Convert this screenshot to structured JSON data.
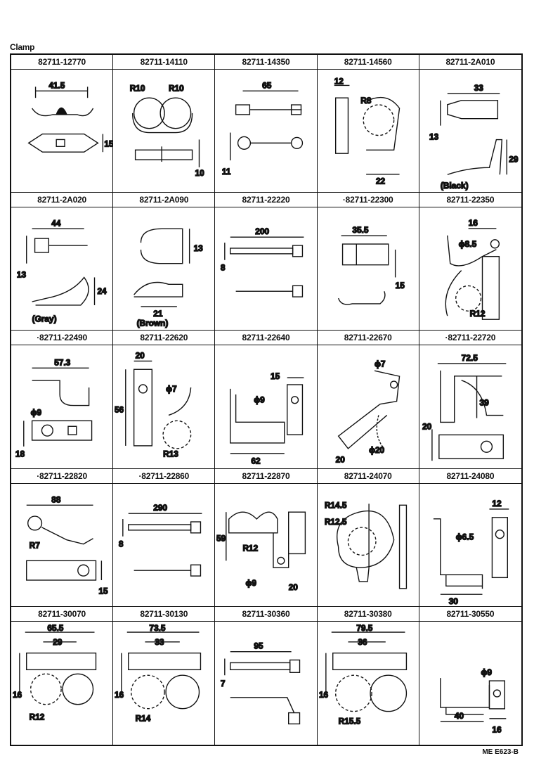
{
  "header": {
    "title": "Clamp"
  },
  "footer": {
    "code": "ME E623-B"
  },
  "parts": [
    {
      "part_no": "82711-12770",
      "dims": [
        "41.5",
        "15"
      ],
      "note": ""
    },
    {
      "part_no": "82711-14110",
      "dims": [
        "R10",
        "R10",
        "10"
      ],
      "note": ""
    },
    {
      "part_no": "82711-14350",
      "dims": [
        "65",
        "11"
      ],
      "note": ""
    },
    {
      "part_no": "82711-14560",
      "dims": [
        "12",
        "R8",
        "22"
      ],
      "note": ""
    },
    {
      "part_no": "82711-2A010",
      "dims": [
        "33",
        "13",
        "29"
      ],
      "note": "(Black)"
    },
    {
      "part_no": "82711-2A020",
      "dims": [
        "44",
        "13",
        "24"
      ],
      "note": "(Gray)"
    },
    {
      "part_no": "82711-2A090",
      "dims": [
        "13",
        "21"
      ],
      "note": "(Brown)"
    },
    {
      "part_no": "82711-22220",
      "dims": [
        "200",
        "8"
      ],
      "note": ""
    },
    {
      "part_no": "·82711-22300",
      "dims": [
        "35.5",
        "15"
      ],
      "note": ""
    },
    {
      "part_no": "82711-22350",
      "dims": [
        "16",
        "ϕ8.5",
        "R12"
      ],
      "note": ""
    },
    {
      "part_no": "·82711-22490",
      "dims": [
        "57.3",
        "ϕ9",
        "18"
      ],
      "note": ""
    },
    {
      "part_no": "82711-22620",
      "dims": [
        "20",
        "ϕ7",
        "56",
        "R13"
      ],
      "note": ""
    },
    {
      "part_no": "82711-22640",
      "dims": [
        "15",
        "ϕ9",
        "62"
      ],
      "note": ""
    },
    {
      "part_no": "82711-22670",
      "dims": [
        "ϕ7",
        "20",
        "ϕ20"
      ],
      "note": ""
    },
    {
      "part_no": "·82711-22720",
      "dims": [
        "72.5",
        "39",
        "20"
      ],
      "note": ""
    },
    {
      "part_no": "·82711-22820",
      "dims": [
        "88",
        "R7",
        "15"
      ],
      "note": ""
    },
    {
      "part_no": "·82711-22860",
      "dims": [
        "290",
        "8"
      ],
      "note": ""
    },
    {
      "part_no": "82711-22870",
      "dims": [
        "59",
        "R12",
        "ϕ9",
        "20"
      ],
      "note": ""
    },
    {
      "part_no": "82711-24070",
      "dims": [
        "R14.5",
        "R12.5"
      ],
      "note": ""
    },
    {
      "part_no": "82711-24080",
      "dims": [
        "12",
        "ϕ6.5",
        "30"
      ],
      "note": ""
    },
    {
      "part_no": "82711-30070",
      "dims": [
        "65.5",
        "29",
        "16",
        "R12"
      ],
      "note": ""
    },
    {
      "part_no": "82711-30130",
      "dims": [
        "73.5",
        "33",
        "16",
        "R14"
      ],
      "note": ""
    },
    {
      "part_no": "82711-30360",
      "dims": [
        "95",
        "7"
      ],
      "note": ""
    },
    {
      "part_no": "82711-30380",
      "dims": [
        "79.5",
        "36",
        "16",
        "R15.5"
      ],
      "note": ""
    },
    {
      "part_no": "82711-30550",
      "dims": [
        "ϕ9",
        "40",
        "16"
      ],
      "note": ""
    }
  ]
}
